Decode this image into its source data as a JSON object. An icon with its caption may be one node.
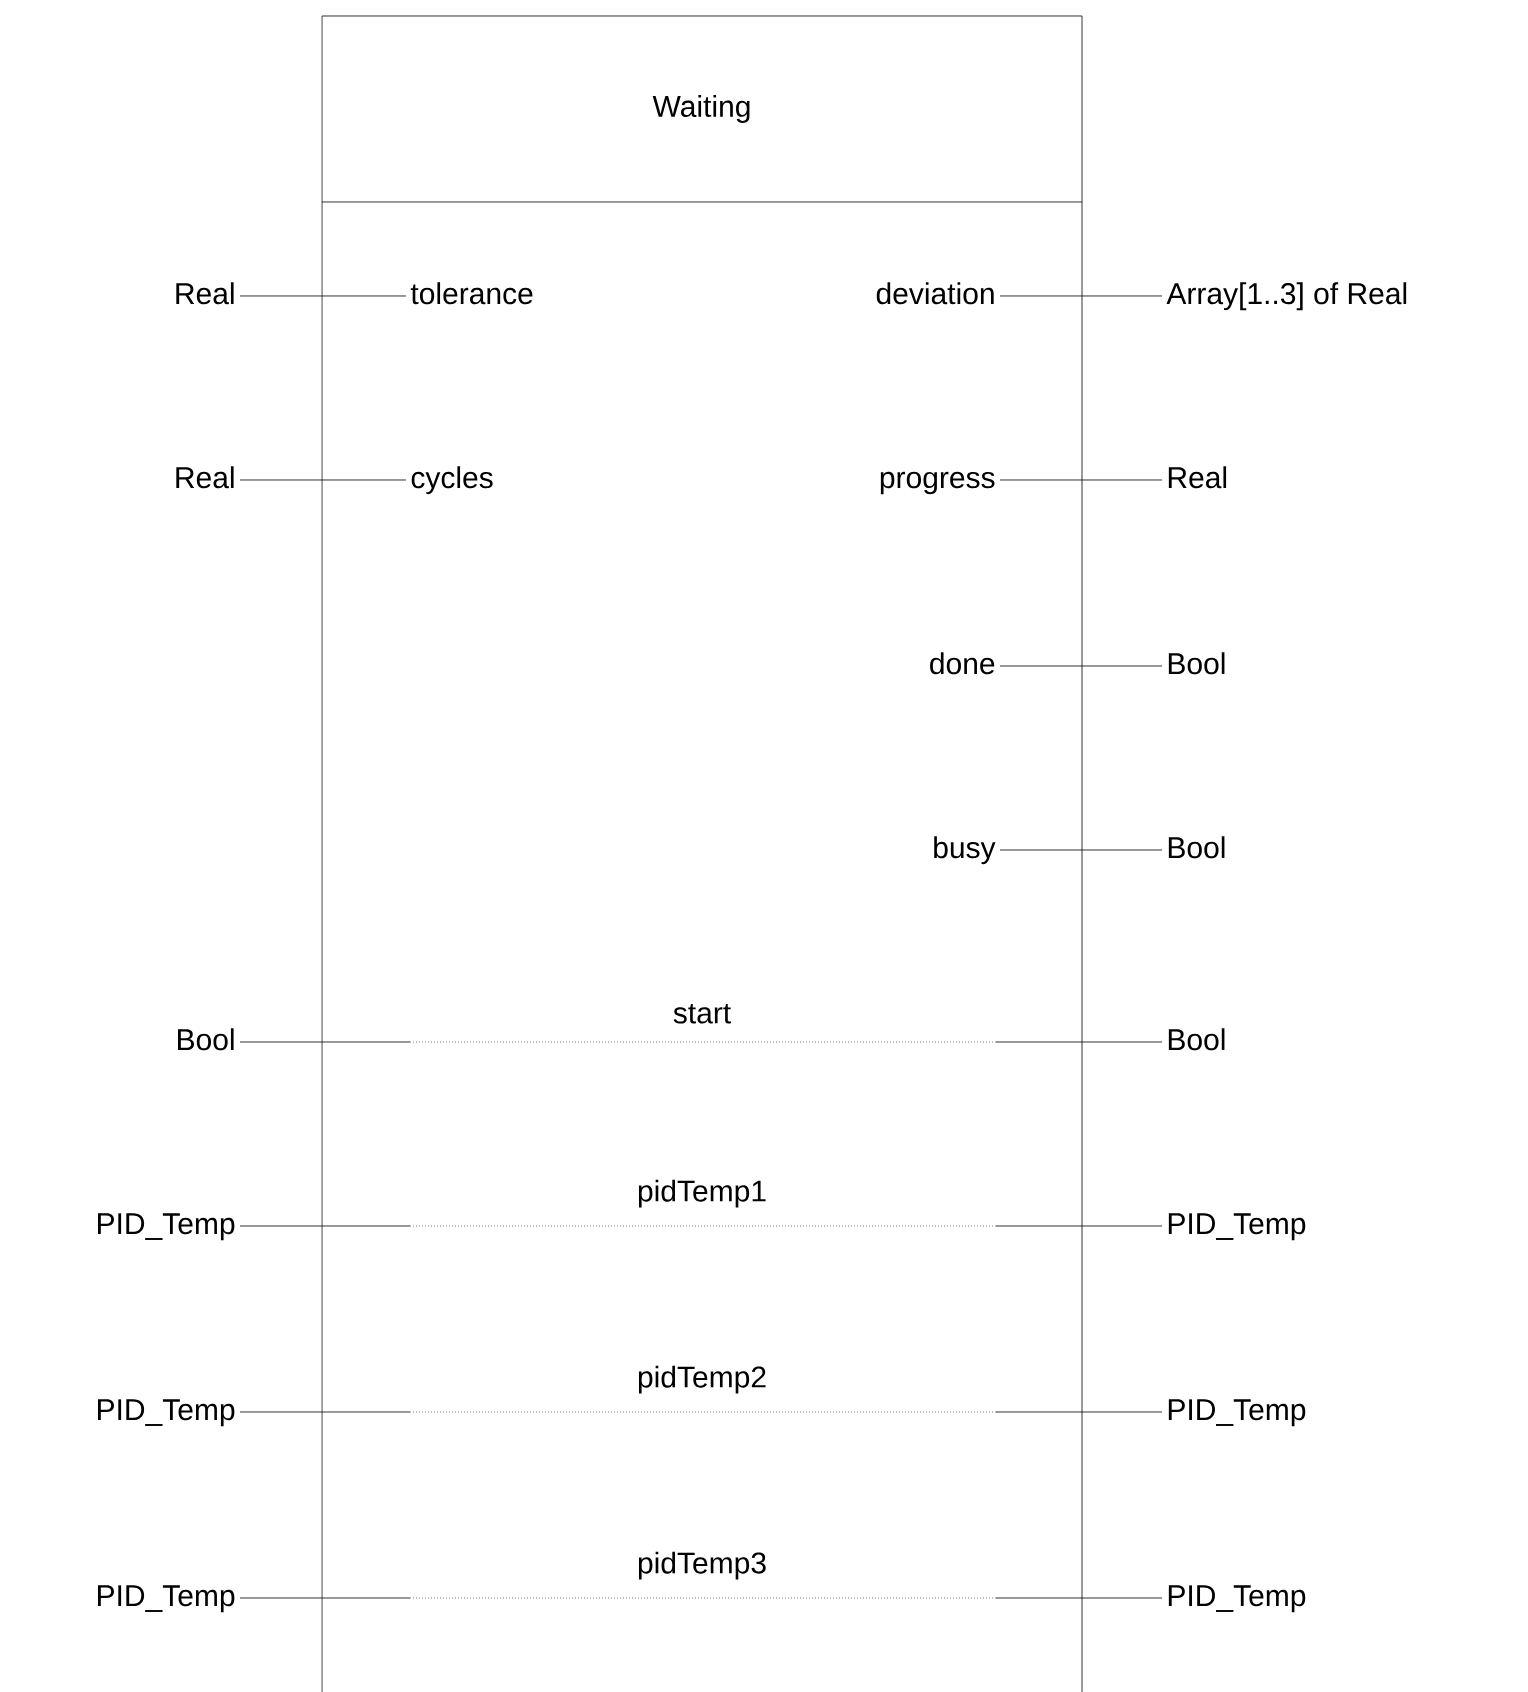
{
  "diagram": {
    "nodes": [
      {
        "text": [
          "Waiting"
        ]
      },
      {
        "text": [
          "Real"
        ]
      },
      {
        "text": [
          "tolerance"
        ],
        "in": 0
      },
      {
        "text": [
          "deviation"
        ],
        "in": 0
      },
      {
        "text": [
          "Array[1..3] of Real"
        ]
      },
      {
        "text": [
          "Real"
        ]
      },
      {
        "text": [
          "cycles"
        ],
        "in": 0
      },
      {
        "text": [
          "progress"
        ],
        "in": 0
      },
      {
        "text": [
          "Real"
        ]
      },
      {
        "text": [
          "done"
        ],
        "in": 0
      },
      {
        "text": [
          "Bool"
        ]
      },
      {
        "text": [
          "busy"
        ],
        "in": 0
      },
      {
        "text": [
          "Bool"
        ]
      },
      {
        "text": [
          "Bool"
        ]
      },
      {
        "text": [
          "Bool"
        ]
      },
      {
        "text": [
          "PID_Temp"
        ]
      },
      {
        "text": [
          "PID_Temp"
        ]
      },
      {
        "text": [
          "PID_Temp"
        ]
      },
      {
        "text": [
          "PID_Temp"
        ]
      },
      {
        "text": [
          "PID_Temp"
        ]
      },
      {
        "text": [
          "PID_Temp"
        ]
      }
    ],
    "edges": [
      {
        "from": 1,
        "to": 2,
        "arrow": "none"
      },
      {
        "from": 3,
        "to": 4,
        "arrow": "none"
      },
      {
        "from": 5,
        "to": 6,
        "arrow": "none"
      },
      {
        "from": 7,
        "to": 8,
        "arrow": "none"
      },
      {
        "from": 9,
        "to": 10,
        "arrow": "none"
      },
      {
        "from": 11,
        "to": 12,
        "arrow": "none"
      },
      {
        "from": 13,
        "to": 14,
        "label": "start",
        "arrow": "none"
      },
      {
        "from": 15,
        "to": 16,
        "label": "pidTemp1",
        "arrow": "none"
      },
      {
        "from": 17,
        "to": 18,
        "label": "pidTemp2",
        "arrow": "none"
      },
      {
        "from": 19,
        "to": 20,
        "label": "pidTemp3",
        "arrow": "none"
      }
    ]
  }
}
